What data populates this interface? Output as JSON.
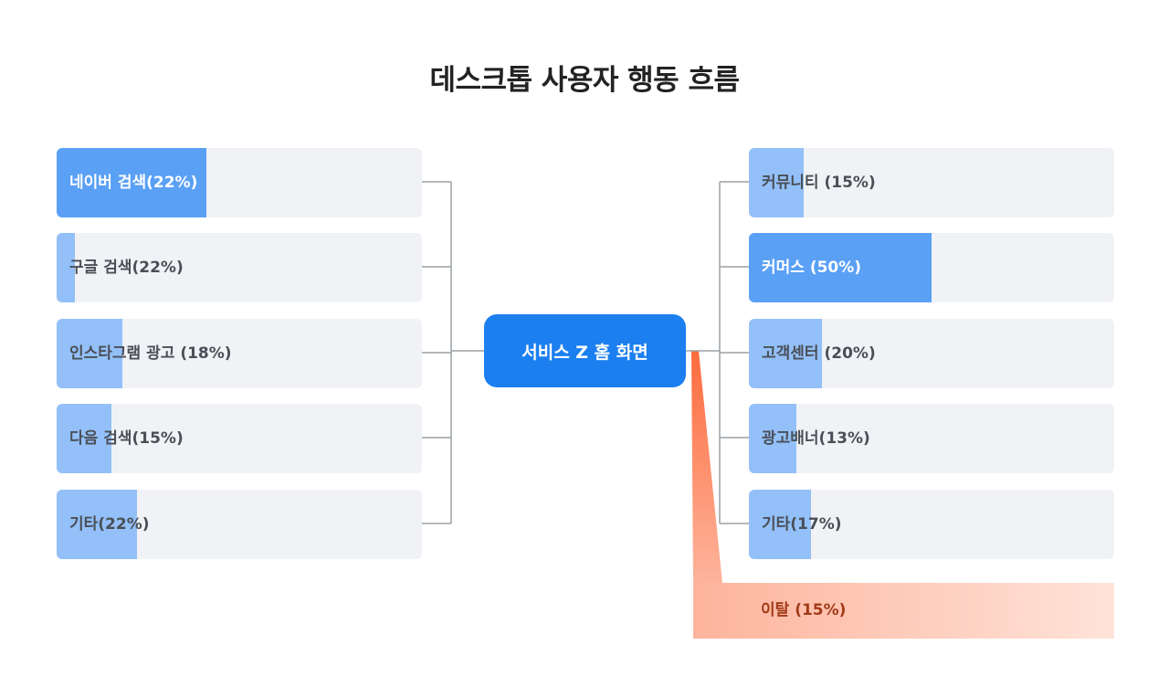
{
  "title": "데스크톱 사용자 행동 흐름",
  "center": {
    "label": "서비스 Z 홈 화면"
  },
  "sources": [
    {
      "label": "네이버 검색(22%)",
      "share": 41,
      "color": "#5aa0f5",
      "strong": true
    },
    {
      "label": "구글 검색(22%)",
      "share": 5,
      "color": "#93c0f8",
      "strong": false
    },
    {
      "label": "인스타그램 광고 (18%)",
      "share": 18,
      "color": "#93c0f8",
      "strong": false
    },
    {
      "label": "다음 검색(15%)",
      "share": 15,
      "color": "#93c0f8",
      "strong": false
    },
    {
      "label": "기타(22%)",
      "share": 22,
      "color": "#93c0f8",
      "strong": false
    }
  ],
  "destinations": [
    {
      "label": "커뮤니티 (15%)",
      "share": 15,
      "color": "#93c0f8",
      "strong": false
    },
    {
      "label": "커머스 (50%)",
      "share": 50,
      "color": "#5aa0f5",
      "strong": true
    },
    {
      "label": "고객센터 (20%)",
      "share": 20,
      "color": "#93c0f8",
      "strong": false
    },
    {
      "label": "광고배너(13%)",
      "share": 13,
      "color": "#93c0f8",
      "strong": false
    },
    {
      "label": "기타(17%)",
      "share": 17,
      "color": "#93c0f8",
      "strong": false
    }
  ],
  "churn": {
    "label": "이탈 (15%)",
    "color": "#fd6c3d"
  },
  "colors": {
    "connector": "#9aa0a6",
    "center": "#1b7ff0",
    "track": "#f0f2f5"
  }
}
